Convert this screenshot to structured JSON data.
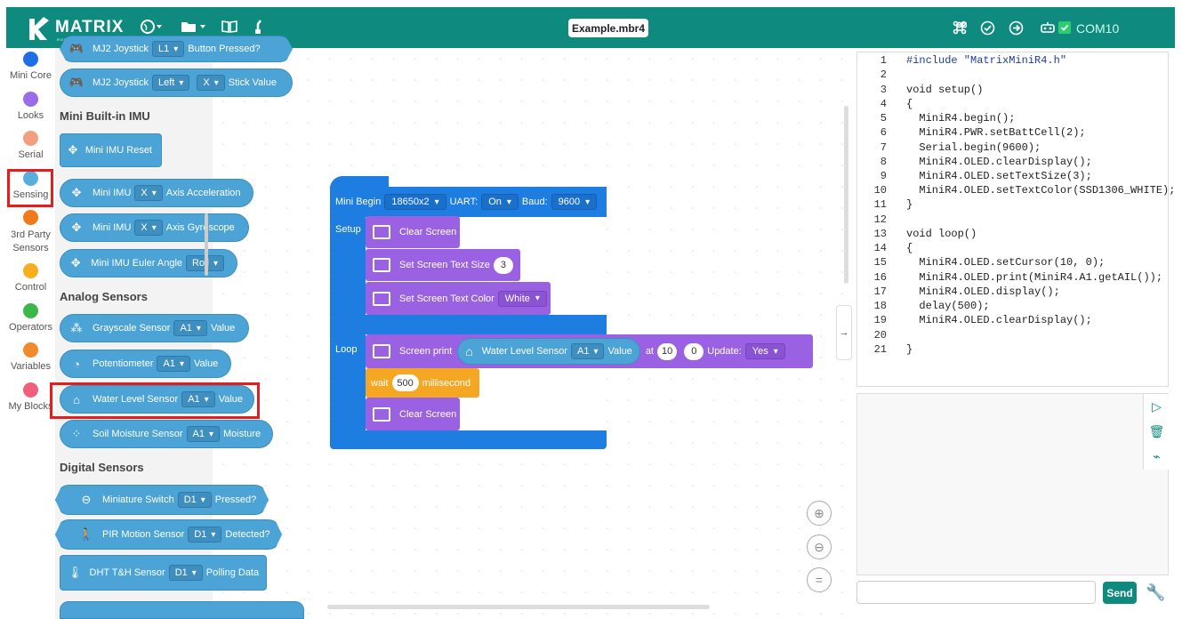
{
  "app": {
    "brand": "MATRIX",
    "brand_sub": "ROBOTICS SYSTEM",
    "filename": "Example.mbr4",
    "com_port": "COM10"
  },
  "colors": {
    "teal": "#0f8a7e",
    "sensing": "#4ca3d6",
    "mini_begin": "#1e7de0",
    "purple": "#9a62e3",
    "orange": "#f5a623"
  },
  "categories": [
    {
      "label": "Mini Core",
      "color": "#1e6fe6"
    },
    {
      "label": "Looks",
      "color": "#9b6ce8"
    },
    {
      "label": "Serial",
      "color": "#f0a07e"
    },
    {
      "label": "Sensing",
      "color": "#5aaede"
    },
    {
      "label": "3rd Party Sensors",
      "color": "#f07a1a"
    },
    {
      "label": "Control",
      "color": "#f5ae1e"
    },
    {
      "label": "Operators",
      "color": "#3bb84a"
    },
    {
      "label": "Variables",
      "color": "#f08a2c"
    },
    {
      "label": "My Blocks",
      "color": "#f0607c"
    }
  ],
  "flyout": {
    "top_partial": {
      "label": "MJ2 Joystick",
      "dd1": "L1",
      "suffix": "Button Pressed?"
    },
    "joystick": {
      "label": "MJ2 Joystick",
      "dd1": "Left",
      "dd2": "X",
      "suffix": "Stick Value"
    },
    "sec_imu": "Mini Built-in IMU",
    "imu_reset": "Mini IMU Reset",
    "imu_acc": {
      "label": "Mini IMU",
      "dd": "X",
      "suffix": "Axis Acceleration"
    },
    "imu_gyro": {
      "label": "Mini IMU",
      "dd": "X",
      "suffix": "Axis Gyroscope"
    },
    "imu_euler": {
      "label": "Mini IMU Euler Angle",
      "dd": "Roll"
    },
    "sec_analog": "Analog Sensors",
    "grayscale": {
      "label": "Grayscale Sensor",
      "dd": "A1",
      "suffix": "Value"
    },
    "pot": {
      "label": "Potentiometer",
      "dd": "A1",
      "suffix": "Value"
    },
    "water": {
      "label": "Water Level Sensor",
      "dd": "A1",
      "suffix": "Value"
    },
    "soil": {
      "label": "Soil Moisture Sensor",
      "dd": "A1",
      "suffix": "Moisture"
    },
    "sec_digital": "Digital Sensors",
    "switch": {
      "label": "Miniature Switch",
      "dd": "D1",
      "suffix": "Pressed?"
    },
    "pir": {
      "label": "PIR Motion Sensor",
      "dd": "D1",
      "suffix": "Detected?"
    },
    "dht": {
      "label": "DHT T&H Sensor",
      "dd": "D1",
      "suffix": "Polling Data"
    }
  },
  "workspace": {
    "begin": {
      "label": "Mini Begin",
      "battery": "18650x2",
      "uart_label": "UART:",
      "uart": "On",
      "baud_label": "Baud:",
      "baud": "9600"
    },
    "setup_label": "Setup",
    "loop_label": "Loop",
    "clear1": "Clear Screen",
    "text_size": {
      "label": "Set Screen Text Size",
      "value": "3"
    },
    "text_color": {
      "label": "Set Screen Text Color",
      "value": "White"
    },
    "print": {
      "label": "Screen print",
      "sensor": "Water Level Sensor",
      "pin": "A1",
      "suffix": "Value",
      "at": "at",
      "x": "10",
      "y": "0",
      "update_label": "Update:",
      "update": "Yes"
    },
    "wait": {
      "label": "wait",
      "value": "500",
      "unit": "millisecond"
    },
    "clear2": "Clear Screen"
  },
  "code_lines": [
    "#include \"MatrixMiniR4.h\"",
    "",
    "void setup()",
    "{",
    "  MiniR4.begin();",
    "  MiniR4.PWR.setBattCell(2);",
    "  Serial.begin(9600);",
    "  MiniR4.OLED.clearDisplay();",
    "  MiniR4.OLED.setTextSize(3);",
    "  MiniR4.OLED.setTextColor(SSD1306_WHITE);",
    "}",
    "",
    "void loop()",
    "{",
    "  MiniR4.OLED.setCursor(10, 0);",
    "  MiniR4.OLED.print(MiniR4.A1.getAIL());",
    "  MiniR4.OLED.display();",
    "  delay(500);",
    "  MiniR4.OLED.clearDisplay();",
    "",
    "}"
  ],
  "line_numbers": [
    "1",
    "2",
    "3",
    "4",
    "5",
    "6",
    "7",
    "8",
    "9",
    "10",
    "11",
    "12",
    "13",
    "14",
    "15",
    "16",
    "17",
    "18",
    "19",
    "20",
    "21"
  ],
  "serial": {
    "send_label": "Send"
  }
}
